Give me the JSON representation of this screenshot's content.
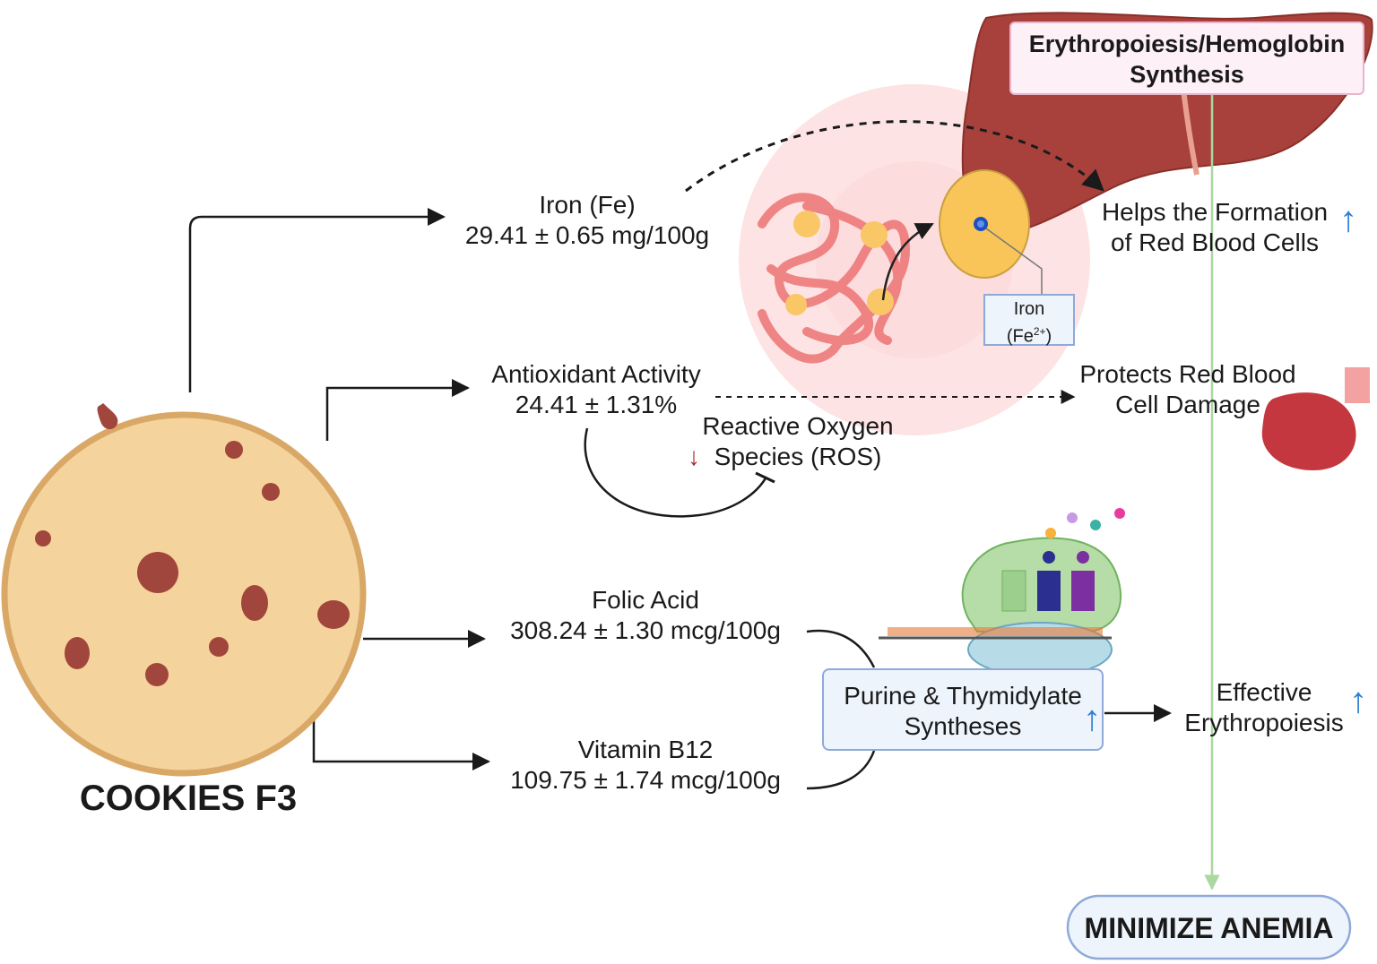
{
  "source": {
    "label": "COOKIES F3"
  },
  "nutrients": {
    "iron": {
      "name": "Iron (Fe)",
      "value": "29.41 ± 0.65 mg/100g"
    },
    "antioxidant": {
      "name": "Antioxidant Activity",
      "value": "24.41 ± 1.31%"
    },
    "folic_acid": {
      "name": "Folic Acid",
      "value": "308.24 ± 1.30 mcg/100g"
    },
    "vitamin_b12": {
      "name": "Vitamin B12",
      "value": "109.75 ± 1.74 mcg/100g"
    }
  },
  "ros": {
    "line1": "Reactive Oxygen",
    "line2": "Species (ROS)",
    "direction": "decrease"
  },
  "heme_label": {
    "line1": "Iron",
    "line2_prefix": "(Fe",
    "line2_sup": "2+",
    "line2_suffix": ")"
  },
  "effects": {
    "hemoglobin_box": {
      "line1": "Erythropoiesis/Hemoglobin",
      "line2": "Synthesis"
    },
    "red_cell_formation": {
      "line1": "Helps the Formation",
      "line2": "of Red Blood Cells",
      "direction": "increase"
    },
    "protects": {
      "line1": "Protects Red Blood",
      "line2": "Cell Damage"
    },
    "purine_box": {
      "line1": "Purine & Thymidylate",
      "line2": "Syntheses",
      "direction": "increase"
    },
    "erythropoiesis": {
      "line1": "Effective",
      "line2": "Erythropoiesis",
      "direction": "increase"
    }
  },
  "outcome": {
    "label": "MINIMIZE ANEMIA"
  },
  "colors": {
    "cookie_fill": "#f5d39c",
    "cookie_rim": "#d9a866",
    "chocolate": "#a0463c",
    "liver": "#a8413b",
    "rbc_bg": "#fcdcdc",
    "heme_disc": "#f9c559",
    "increase_arrow": "#2f7fd0",
    "decrease_arrow": "#a82b2b",
    "outcome_line": "#a9d8a0",
    "box_border": "#8fa9d9",
    "box_fill": "#eef4fb",
    "hemoglobin_box_fill": "#fdf0f6",
    "hemoglobin_box_border": "#e9b4cc"
  }
}
